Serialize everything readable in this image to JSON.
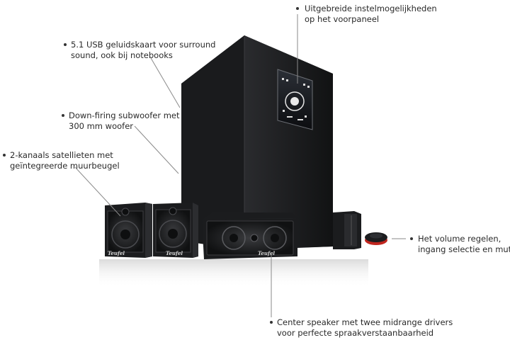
{
  "annotations": {
    "front_panel": {
      "line1": "Uitgebreide instelmogelijkheden",
      "line2": "op het voorpaneel"
    },
    "usb_soundcard": {
      "line1": "5.1 USB geluidskaart voor surround",
      "line2": "sound, ook bij notebooks"
    },
    "subwoofer": {
      "line1": "Down-firing subwoofer met",
      "line2": "300 mm woofer"
    },
    "satellites": {
      "line1": "2-kanaals satellieten met",
      "line2": "geïntegreerde muurbeugel"
    },
    "volume": {
      "line1": "Het volume regelen,",
      "line2": "ingang selectie en mute"
    },
    "center": {
      "line1": "Center speaker met twee midrange drivers",
      "line2": "voor perfecte spraakverstaanbaarheid"
    }
  },
  "products": {
    "brand_logo": "Teufel"
  },
  "colors": {
    "speaker_body": "#1b1c1e",
    "leader_line": "#8a8a8a",
    "text": "#2a2a2a",
    "accent_red": "#c0261f"
  }
}
